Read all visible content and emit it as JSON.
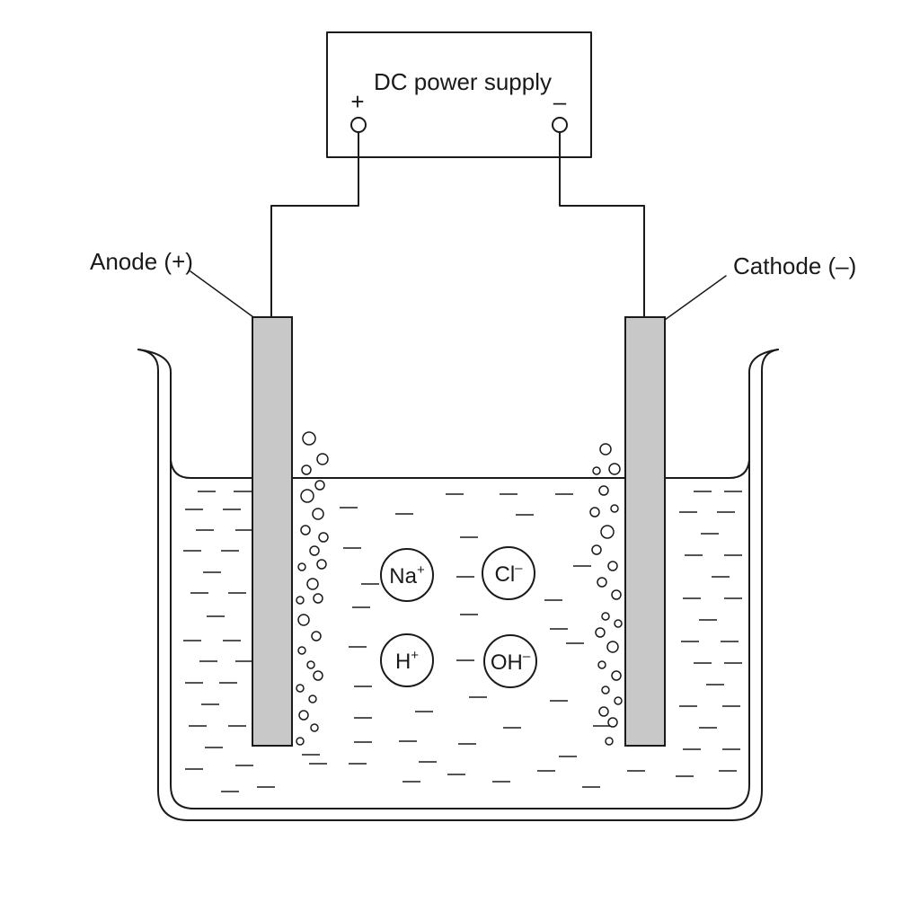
{
  "power_supply": {
    "label": "DC power supply",
    "positive_symbol": "+",
    "negative_symbol": "–"
  },
  "electrodes": {
    "anode_label": "Anode (+)",
    "cathode_label": "Cathode (–)"
  },
  "ions": [
    {
      "id": "sodium",
      "symbol": "Na",
      "charge": "+"
    },
    {
      "id": "chloride",
      "symbol": "Cl",
      "charge": "–"
    },
    {
      "id": "hydrogen",
      "symbol": "H",
      "charge": "+"
    },
    {
      "id": "hydroxide",
      "symbol": "OH",
      "charge": "–"
    }
  ],
  "colors": {
    "line": "#1a1a1a",
    "electrode_fill": "#c8c8c8",
    "background": "#ffffff"
  }
}
